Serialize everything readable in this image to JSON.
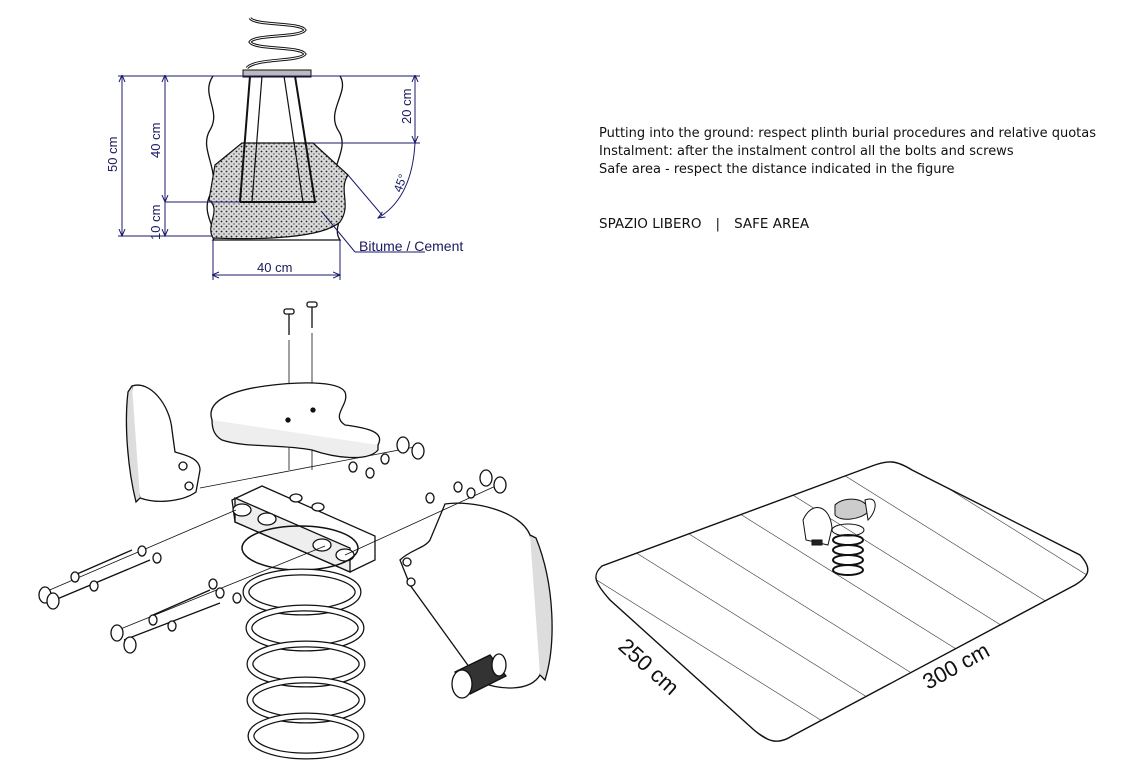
{
  "foundation": {
    "dim_total": "50 cm",
    "dim_concrete": "40 cm",
    "dim_bottom": "10 cm",
    "dim_top": "20 cm",
    "dim_angle": "45°",
    "dim_width": "40 cm",
    "material": "Bitume / Cement"
  },
  "notes": [
    "Putting into the ground: respect plinth burial procedures and relative quotas",
    "Instalment:  after the instalment control all the bolts and screws",
    "Safe area - respect the distance indicated in the figure"
  ],
  "safe_area": {
    "title_it": "SPAZIO LIBERO",
    "separator": "|",
    "title_en": "SAFE AREA",
    "dim_left": "250 cm",
    "dim_right": "300 cm"
  },
  "colors": {
    "line": "#111111",
    "dimension": "#1a1a6e"
  }
}
